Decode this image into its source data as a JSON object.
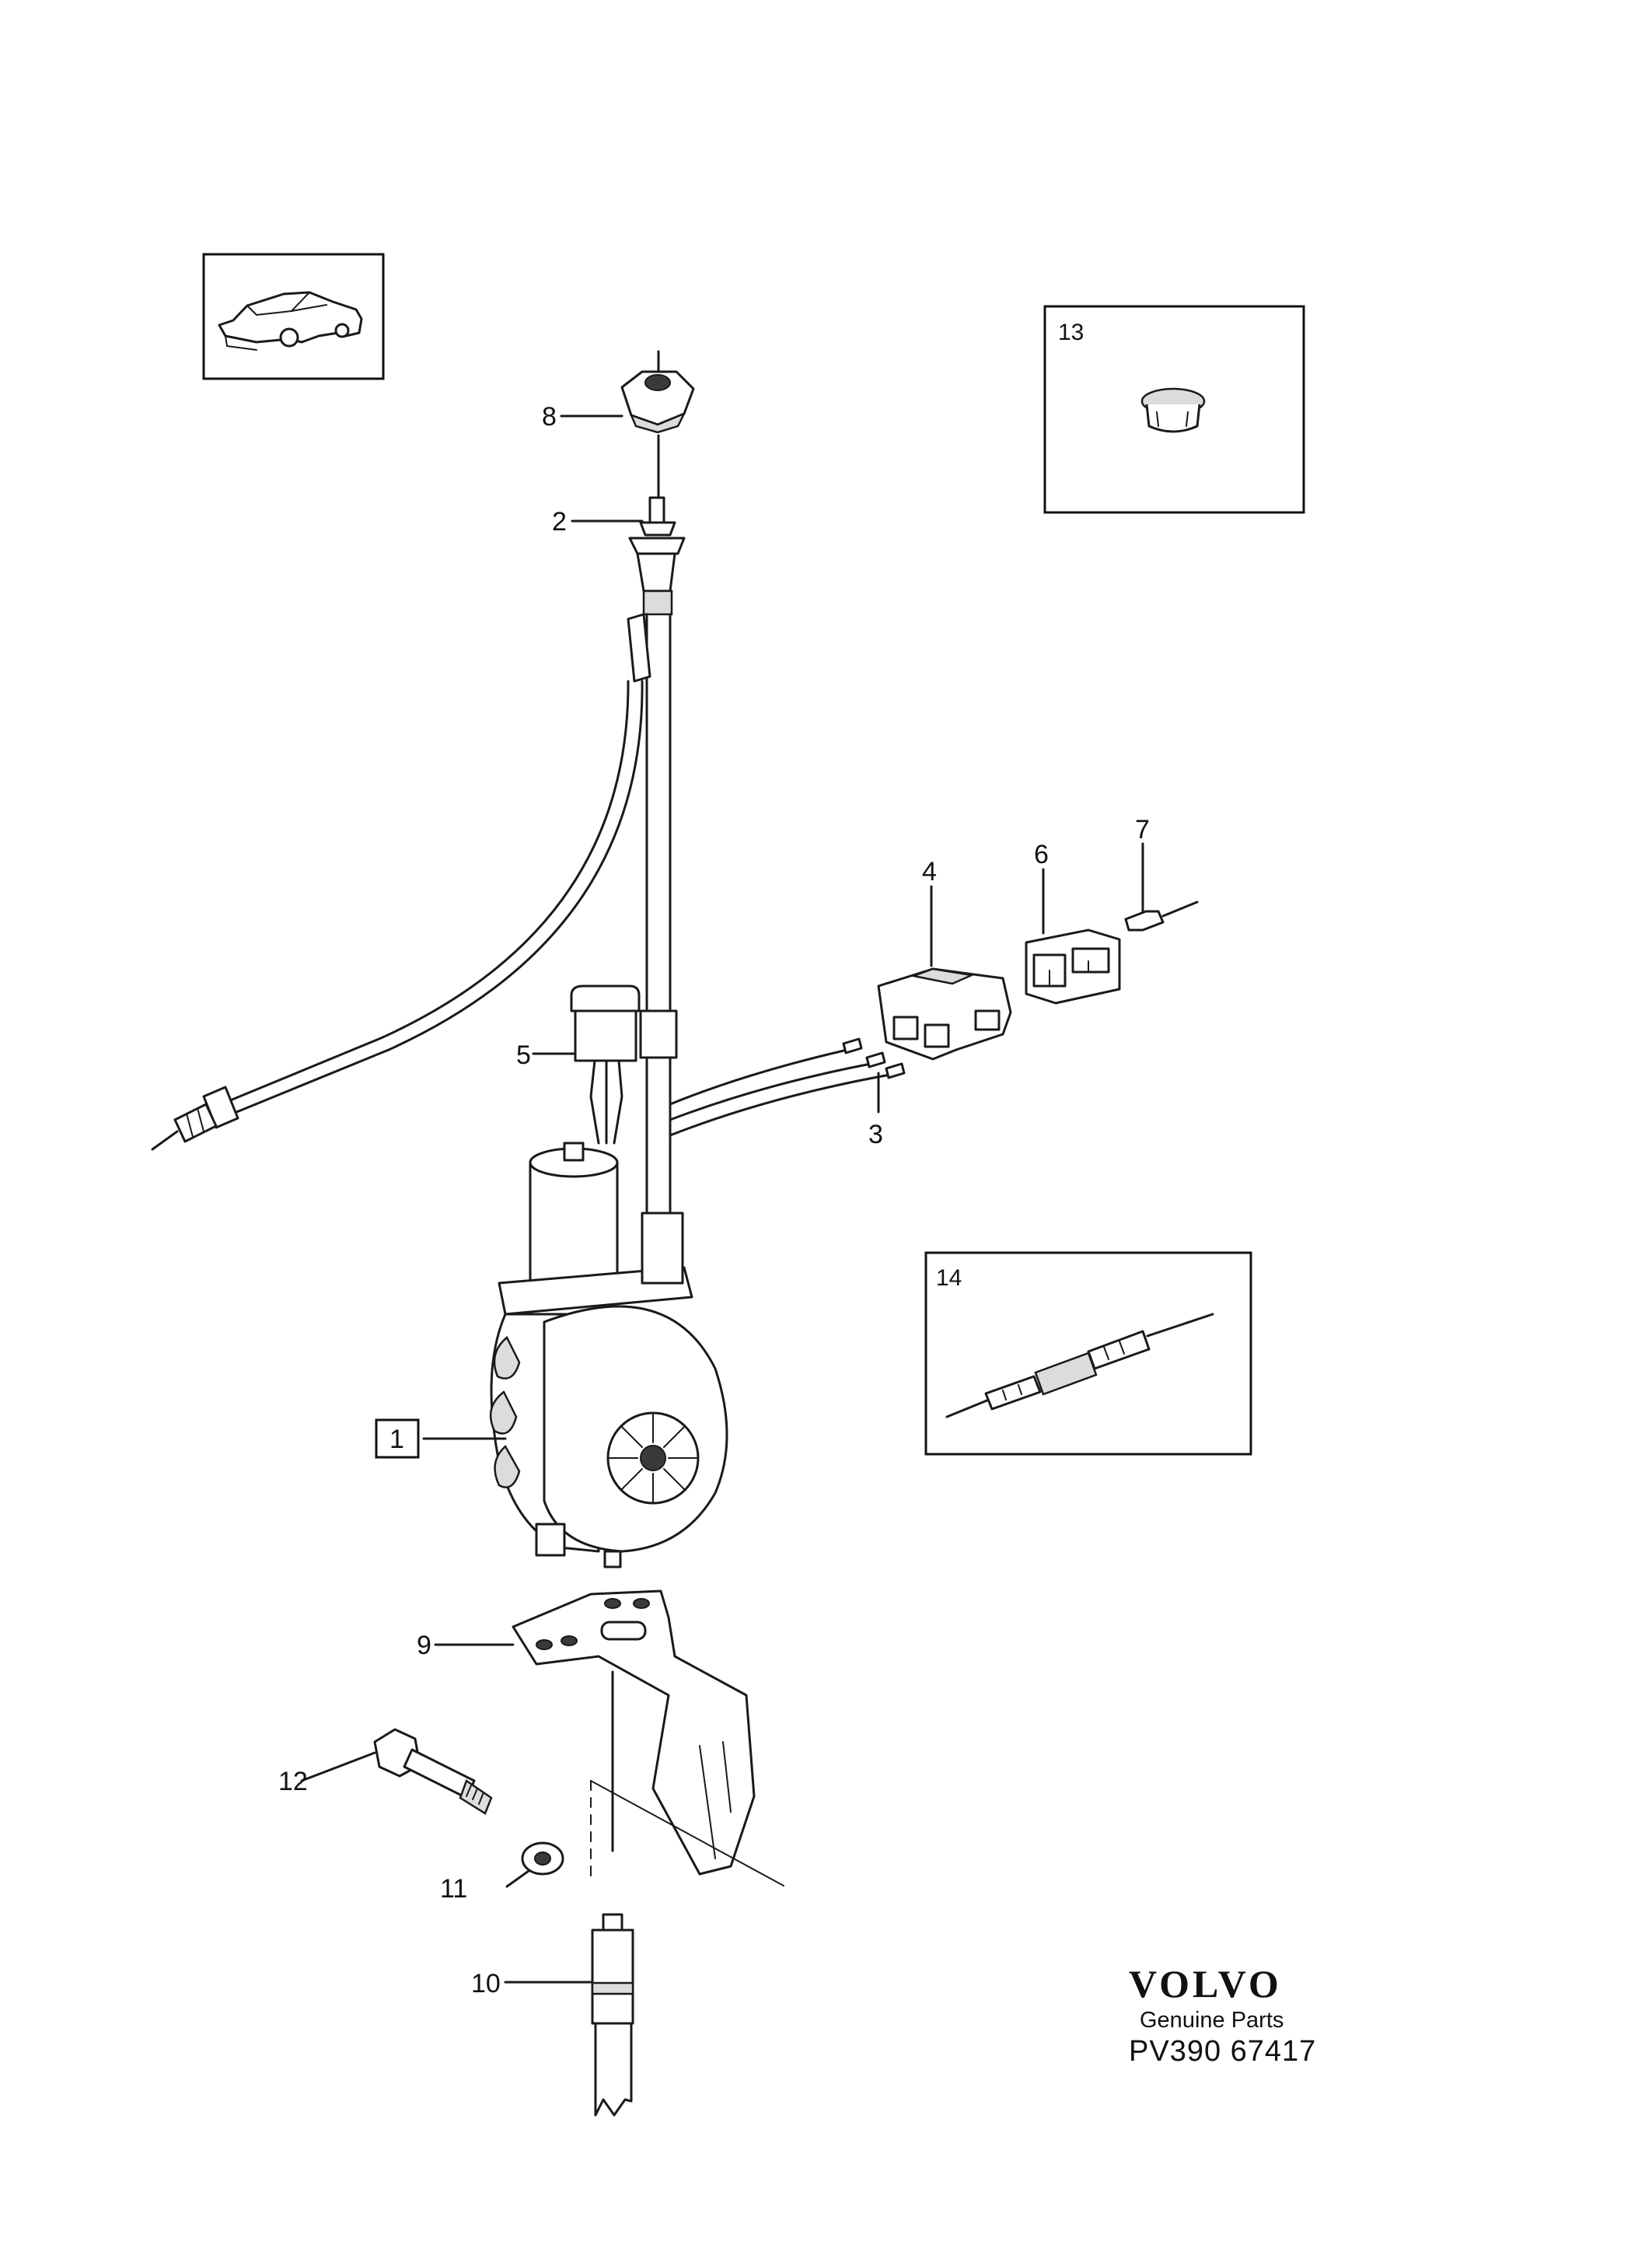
{
  "labels": {
    "p1": "1",
    "p2": "2",
    "p3": "3",
    "p4": "4",
    "p5": "5",
    "p6": "6",
    "p7": "7",
    "p8": "8",
    "p9": "9",
    "p10": "10",
    "p11": "11",
    "p12": "12",
    "p13": "13",
    "p14": "14"
  },
  "brand": {
    "name": "VOLVO",
    "subtitle": "Genuine Parts",
    "code": "PV390 67417"
  }
}
